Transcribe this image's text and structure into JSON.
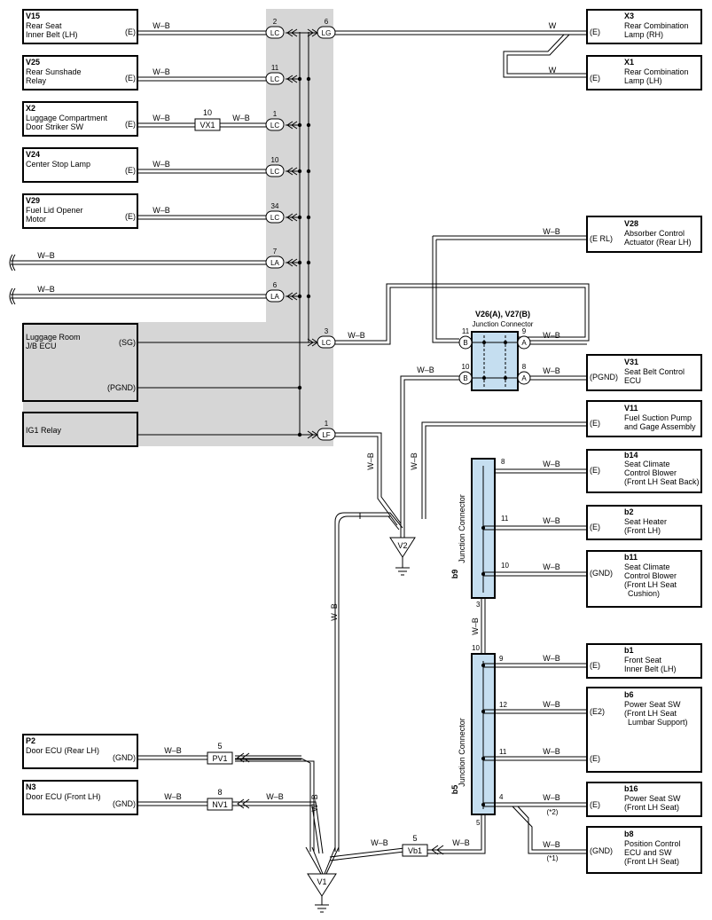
{
  "left_components": {
    "v15": {
      "code": "V15",
      "line1": "Rear Seat",
      "line2": "Inner Belt (LH)",
      "pin": "(E)",
      "wire": "W–B",
      "conn_pin": "2",
      "conn": "LC"
    },
    "v25": {
      "code": "V25",
      "line1": "Rear Sunshade",
      "line2": "Relay",
      "pin": "(E)",
      "wire": "W–B",
      "conn_pin": "11",
      "conn": "LC"
    },
    "x2": {
      "code": "X2",
      "line1": "Luggage Compartment",
      "line2": "Door Striker SW",
      "pin": "(E)",
      "wire1": "W–B",
      "inline_pin": "10",
      "inline": "VX1",
      "wire2": "W–B",
      "conn_pin": "1",
      "conn": "LC"
    },
    "v24": {
      "code": "V24",
      "line1": "Center Stop Lamp",
      "pin": "(E)",
      "wire": "W–B",
      "conn_pin": "10",
      "conn": "LC"
    },
    "v29": {
      "code": "V29",
      "line1": "Fuel Lid Opener",
      "line2": "Motor",
      "pin": "(E)",
      "wire": "W–B",
      "conn_pin": "34",
      "conn": "LC"
    },
    "la7": {
      "wire": "W–B",
      "conn_pin": "7",
      "conn": "LA"
    },
    "la6": {
      "wire": "W–B",
      "conn_pin": "6",
      "conn": "LA"
    }
  },
  "luggage_ecu": {
    "line1": "Luggage Room",
    "line2": "J/B ECU",
    "pin_sg": "(SG)",
    "pin_pgnd": "(PGND)",
    "conn_pin": "3",
    "conn": "LC",
    "wire": "W–B"
  },
  "ig1_relay": {
    "label": "IG1 Relay",
    "conn_pin": "1",
    "conn": "LF"
  },
  "lg": {
    "conn_pin": "6",
    "conn": "LG"
  },
  "right_top": {
    "x3": {
      "code": "X3",
      "line1": "Rear Combination",
      "line2": "Lamp (RH)",
      "pin": "(E)",
      "wire": "W"
    },
    "x1": {
      "code": "X1",
      "line1": "Rear Combination",
      "line2": "Lamp (LH)",
      "pin": "(E)",
      "wire": "W"
    },
    "v28": {
      "code": "V28",
      "line1": "Absorber Control",
      "line2": "Actuator (Rear LH)",
      "pin": "(E RL)",
      "wire": "W–B"
    },
    "v31": {
      "code": "V31",
      "line1": "Seat Belt Control",
      "line2": "ECU",
      "pin": "(PGND)",
      "wire": "W–B"
    },
    "v11": {
      "code": "V11",
      "line1": "Fuel Suction Pump",
      "line2": "and Gage Assembly",
      "pin": "(E)"
    }
  },
  "jc_v26": {
    "title": "V26(A), V27(B)",
    "subtitle": "Junction Connector",
    "pin11": "11",
    "pin9": "9",
    "pin10": "10",
    "pin8": "8",
    "left_b": "B",
    "right_a": "A",
    "wire_left": "W–B",
    "wire_right": "W–B"
  },
  "mid_wires": {
    "w1": "W–B",
    "w2": "W–B",
    "w3": "W–B",
    "w4": "W–B",
    "w5": "W–B",
    "w6": "W–B",
    "w7": "W–B"
  },
  "grounds": {
    "v2": "V2",
    "v1": "V1"
  },
  "b9": {
    "code": "b9",
    "label": "Junction Connector",
    "p8": "8",
    "p11": "11",
    "p10": "10",
    "p3": "3"
  },
  "b5": {
    "code": "b5",
    "label": "Junction Connector",
    "p10": "10",
    "p9": "9",
    "p12": "12",
    "p11": "11",
    "p4": "4",
    "p5": "5"
  },
  "b9_components": {
    "b14": {
      "code": "b14",
      "line1": "Seat Climate",
      "line2": "Control Blower",
      "line3": "(Front LH Seat Back)",
      "pin": "(E)",
      "wire": "W–B"
    },
    "b2": {
      "code": "b2",
      "line1": "Seat Heater",
      "line2": "(Front LH)",
      "pin": "(E)",
      "wire": "W–B"
    },
    "b11": {
      "code": "b11",
      "line1": "Seat Climate",
      "line2": "Control Blower",
      "line3": "(Front LH Seat",
      "line4": "Cushion)",
      "pin": "(GND)",
      "wire": "W–B"
    }
  },
  "b5_components": {
    "b1": {
      "code": "b1",
      "line1": "Front Seat",
      "line2": "Inner Belt (LH)",
      "pin": "(E)",
      "wire": "W–B"
    },
    "b6": {
      "code": "b6",
      "line1": "Power Seat SW",
      "line2": "(Front LH Seat",
      "line3": "Lumbar Support)",
      "pin1": "(E2)",
      "pin2": "(E)",
      "wire1": "W–B",
      "wire2": "W–B"
    },
    "b16": {
      "code": "b16",
      "line1": "Power Seat SW",
      "line2": "(Front LH Seat)",
      "pin": "(E)",
      "wire": "W–B",
      "note": "(*2)"
    },
    "b8": {
      "code": "b8",
      "line1": "Position Control",
      "line2": "ECU and SW",
      "line3": "(Front LH Seat)",
      "pin": "(GND)",
      "wire": "W–B",
      "note": "(*1)"
    }
  },
  "bottom_left": {
    "p2": {
      "code": "P2",
      "line1": "Door ECU (Rear LH)",
      "pin": "(GND)",
      "wire": "W–B",
      "inline_pin": "5",
      "inline": "PV1"
    },
    "n3": {
      "code": "N3",
      "line1": "Door ECU (Front LH)",
      "pin": "(GND)",
      "wire1": "W–B",
      "inline_pin": "8",
      "inline": "NV1",
      "wire2": "W–B"
    },
    "vb1": {
      "pin": "5",
      "inline": "Vb1",
      "wire1": "W–B",
      "wire2": "W–B"
    }
  }
}
